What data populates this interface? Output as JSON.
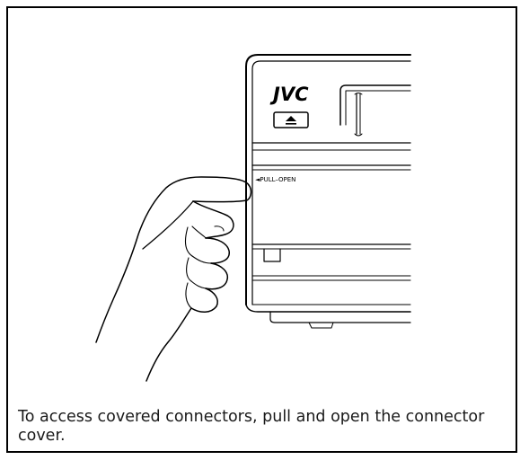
{
  "device": {
    "brand_logo": "JVC",
    "eject_symbol": "⏏",
    "pull_label": "◄PULL–OPEN"
  },
  "caption": {
    "text": "To access covered connectors, pull and open the connector cover."
  },
  "icons": [
    "eject-icon",
    "hand-illustration"
  ]
}
